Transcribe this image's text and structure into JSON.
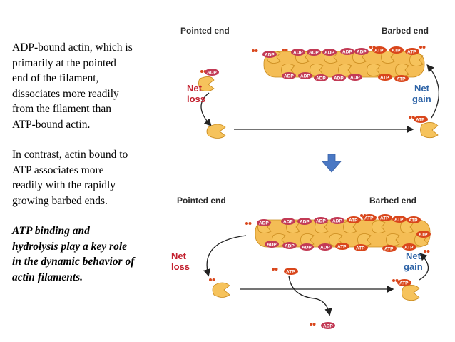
{
  "text": {
    "p1": "ADP-bound actin, which is\nprimarily at the pointed\nend of the filament,\ndissociates more readily\nfrom the filament than\nATP-bound actin.",
    "p2": " In contrast, actin bound to\nATP associates more\nreadily with the rapidly\ngrowing barbed ends.",
    "p3": " ATP binding and\nhydrolysis play a key role\nin the dynamic behavior of\nactin filaments."
  },
  "diagram": {
    "top": {
      "pointed_end": "Pointed end",
      "barbed_end": "Barbed end",
      "net_loss": [
        "Net",
        "loss"
      ],
      "net_gain": [
        "Net",
        "gain"
      ]
    },
    "bottom": {
      "pointed_end": "Pointed end",
      "barbed_end": "Barbed end",
      "net_loss": [
        "Net",
        "loss"
      ],
      "net_gain": [
        "Net",
        "gain"
      ]
    },
    "tags": {
      "adp": "ADP",
      "atp": "ATP"
    }
  },
  "colors": {
    "actin": "#f6c35c",
    "adp_tag": "#c23a55",
    "atp_tag": "#d9461b",
    "arrow_down": "#4a78c4",
    "loss": "#c3202e",
    "gain": "#2e64a7"
  }
}
